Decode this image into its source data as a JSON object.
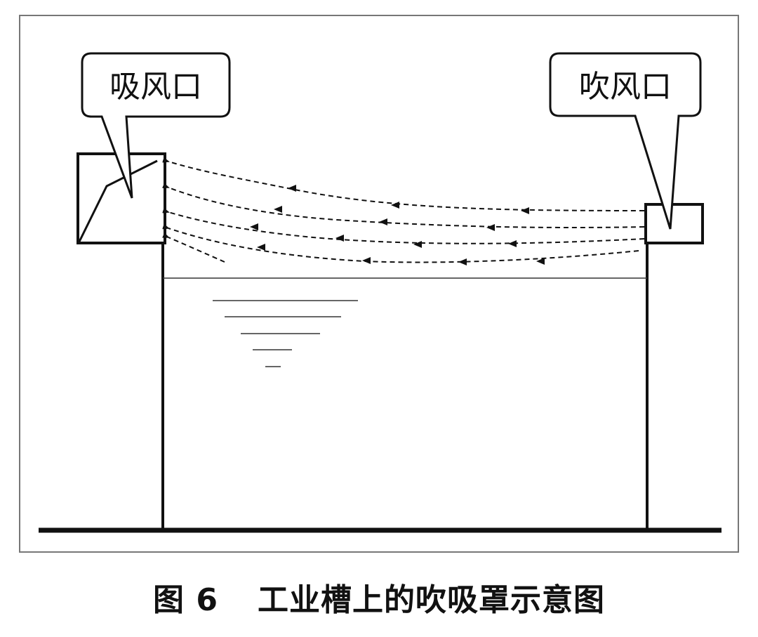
{
  "diagram": {
    "suction_label": "吸风口",
    "blowing_label": "吹风口"
  },
  "caption": {
    "figure_number": "图 6",
    "title": "工业槽上的吹吸罩示意图"
  },
  "colors": {
    "line": "#111111",
    "frame": "#777777",
    "background": "#ffffff"
  }
}
